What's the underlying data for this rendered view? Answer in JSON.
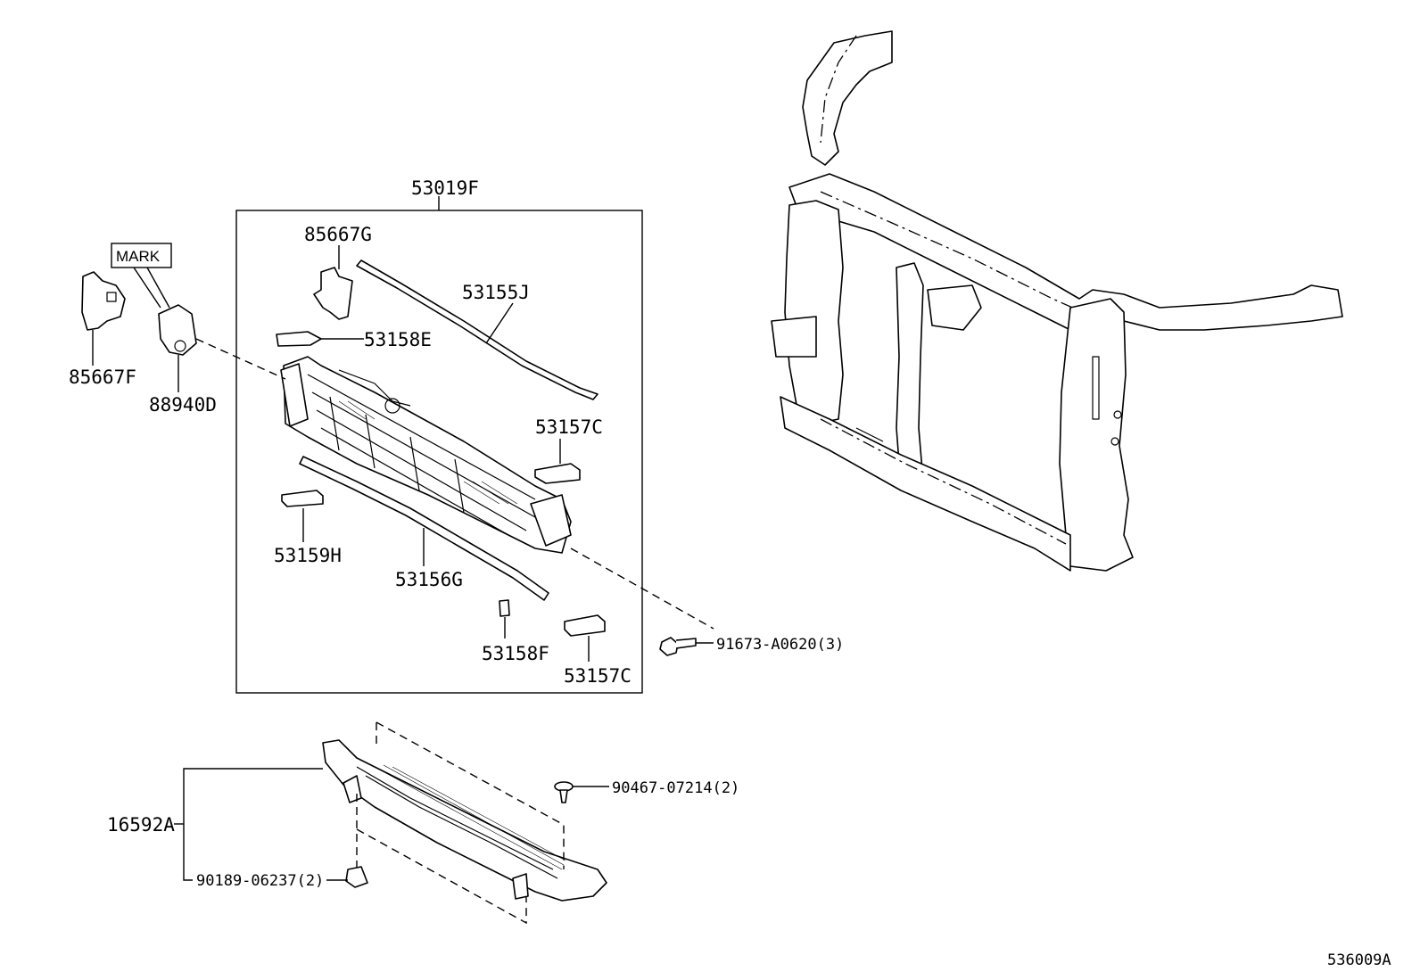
{
  "diagram_id": "536009A",
  "assembly_label": "53019F",
  "mark_label": "MARK",
  "callouts": {
    "p85667F": "85667F",
    "p88940D": "88940D",
    "p85667G": "85667G",
    "p53155J": "53155J",
    "p53158E": "53158E",
    "p53157C_top": "53157C",
    "p53159H": "53159H",
    "p53156G": "53156G",
    "p53158F": "53158F",
    "p53157C_bottom": "53157C",
    "p91673": "91673-A0620(3)",
    "p16592A": "16592A",
    "p90467": "90467-07214(2)",
    "p90189": "90189-06237(2)"
  }
}
